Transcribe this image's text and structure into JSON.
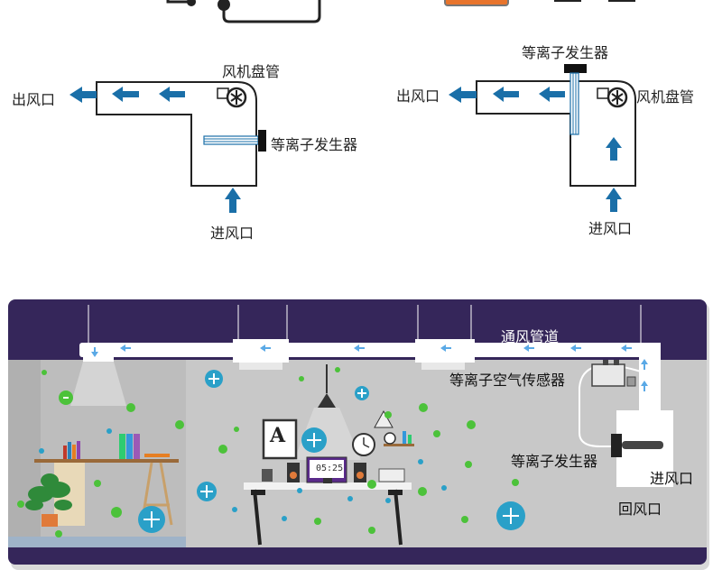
{
  "diagram_left": {
    "outlet": "出风口",
    "fan_coil": "风机盘管",
    "ion_generator": "等离子发生器",
    "inlet": "进风口"
  },
  "diagram_right": {
    "ion_generator": "等离子发生器",
    "outlet": "出风口",
    "fan_coil": "风机盘管",
    "inlet": "进风口"
  },
  "room": {
    "duct": "通风管道",
    "sensor": "等离子空气传感器",
    "generator": "等离子发生器",
    "inlet": "进风口",
    "return_vent": "回风口",
    "clock_time": "05:25",
    "board_letter": "A"
  },
  "colors": {
    "arrow_blue": "#1a6fa8",
    "room_purple": "#35265a",
    "wall_gray": "#c8c8c8",
    "ion_green": "#4cc23a",
    "ion_blue": "#2aa0c8"
  }
}
